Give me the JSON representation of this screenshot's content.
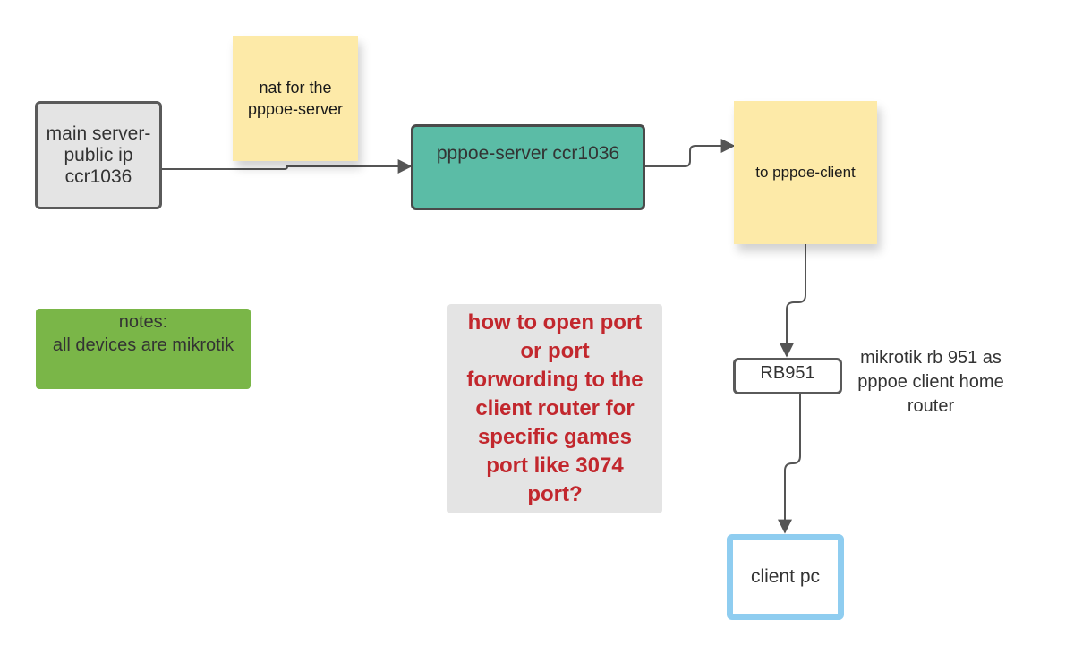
{
  "main_server": {
    "lines": [
      "main server-",
      "public ip",
      "ccr1036"
    ]
  },
  "nat_note": {
    "lines": [
      "nat for the",
      "pppoe-server"
    ]
  },
  "pppoe_server": {
    "label": "pppoe-server ccr1036"
  },
  "client_note": {
    "label": "to pppoe-client"
  },
  "notes_box": {
    "lines": [
      "notes:",
      "all devices are mikrotik"
    ]
  },
  "question_box": {
    "lines": [
      "how to open port",
      "or port",
      "forwording to the",
      "client router for",
      "specific games",
      "port like 3074",
      "port?"
    ]
  },
  "rb951": {
    "label": "RB951"
  },
  "rb951_label": {
    "lines": [
      "mikrotik rb 951 as",
      "pppoe client home",
      "router"
    ]
  },
  "client_pc": {
    "label": "client pc"
  },
  "colors": {
    "server_fill": "#e4e4e4",
    "pppoe_server_fill": "#5bbca6",
    "sticky_note": "#fdeaa8",
    "notes_fill": "#7ab648",
    "question_text": "#c2272d",
    "client_pc_border": "#8fcdf0",
    "connector": "#555555"
  }
}
